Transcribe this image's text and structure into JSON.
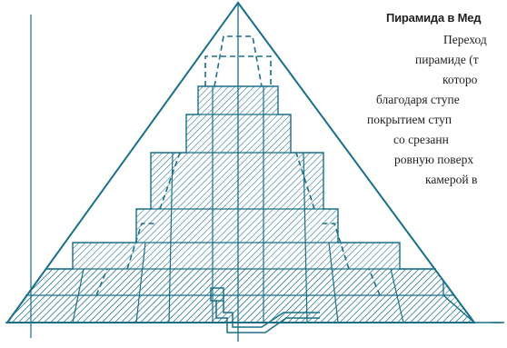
{
  "caption": {
    "title": "Пирамида в Мед",
    "lines": [
      "Переход",
      "пирамиде (т",
      "которо",
      "благодаря ступе",
      "покрытием ступ",
      "со срезанн",
      "ровную поверх",
      "камерой в"
    ]
  },
  "colors": {
    "ink": "#1a6f8a",
    "text": "#1f1f1f",
    "background": "#ffffff"
  }
}
